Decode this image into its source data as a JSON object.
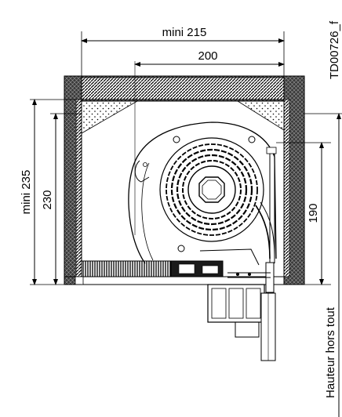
{
  "drawing": {
    "reference": "TD00726_f",
    "dimensions": {
      "top_outer": "mini 215",
      "top_inner": "200",
      "left_outer": "mini 235",
      "left_inner": "230",
      "right_inner": "190"
    },
    "right_label": "Hauteur hors tout"
  }
}
